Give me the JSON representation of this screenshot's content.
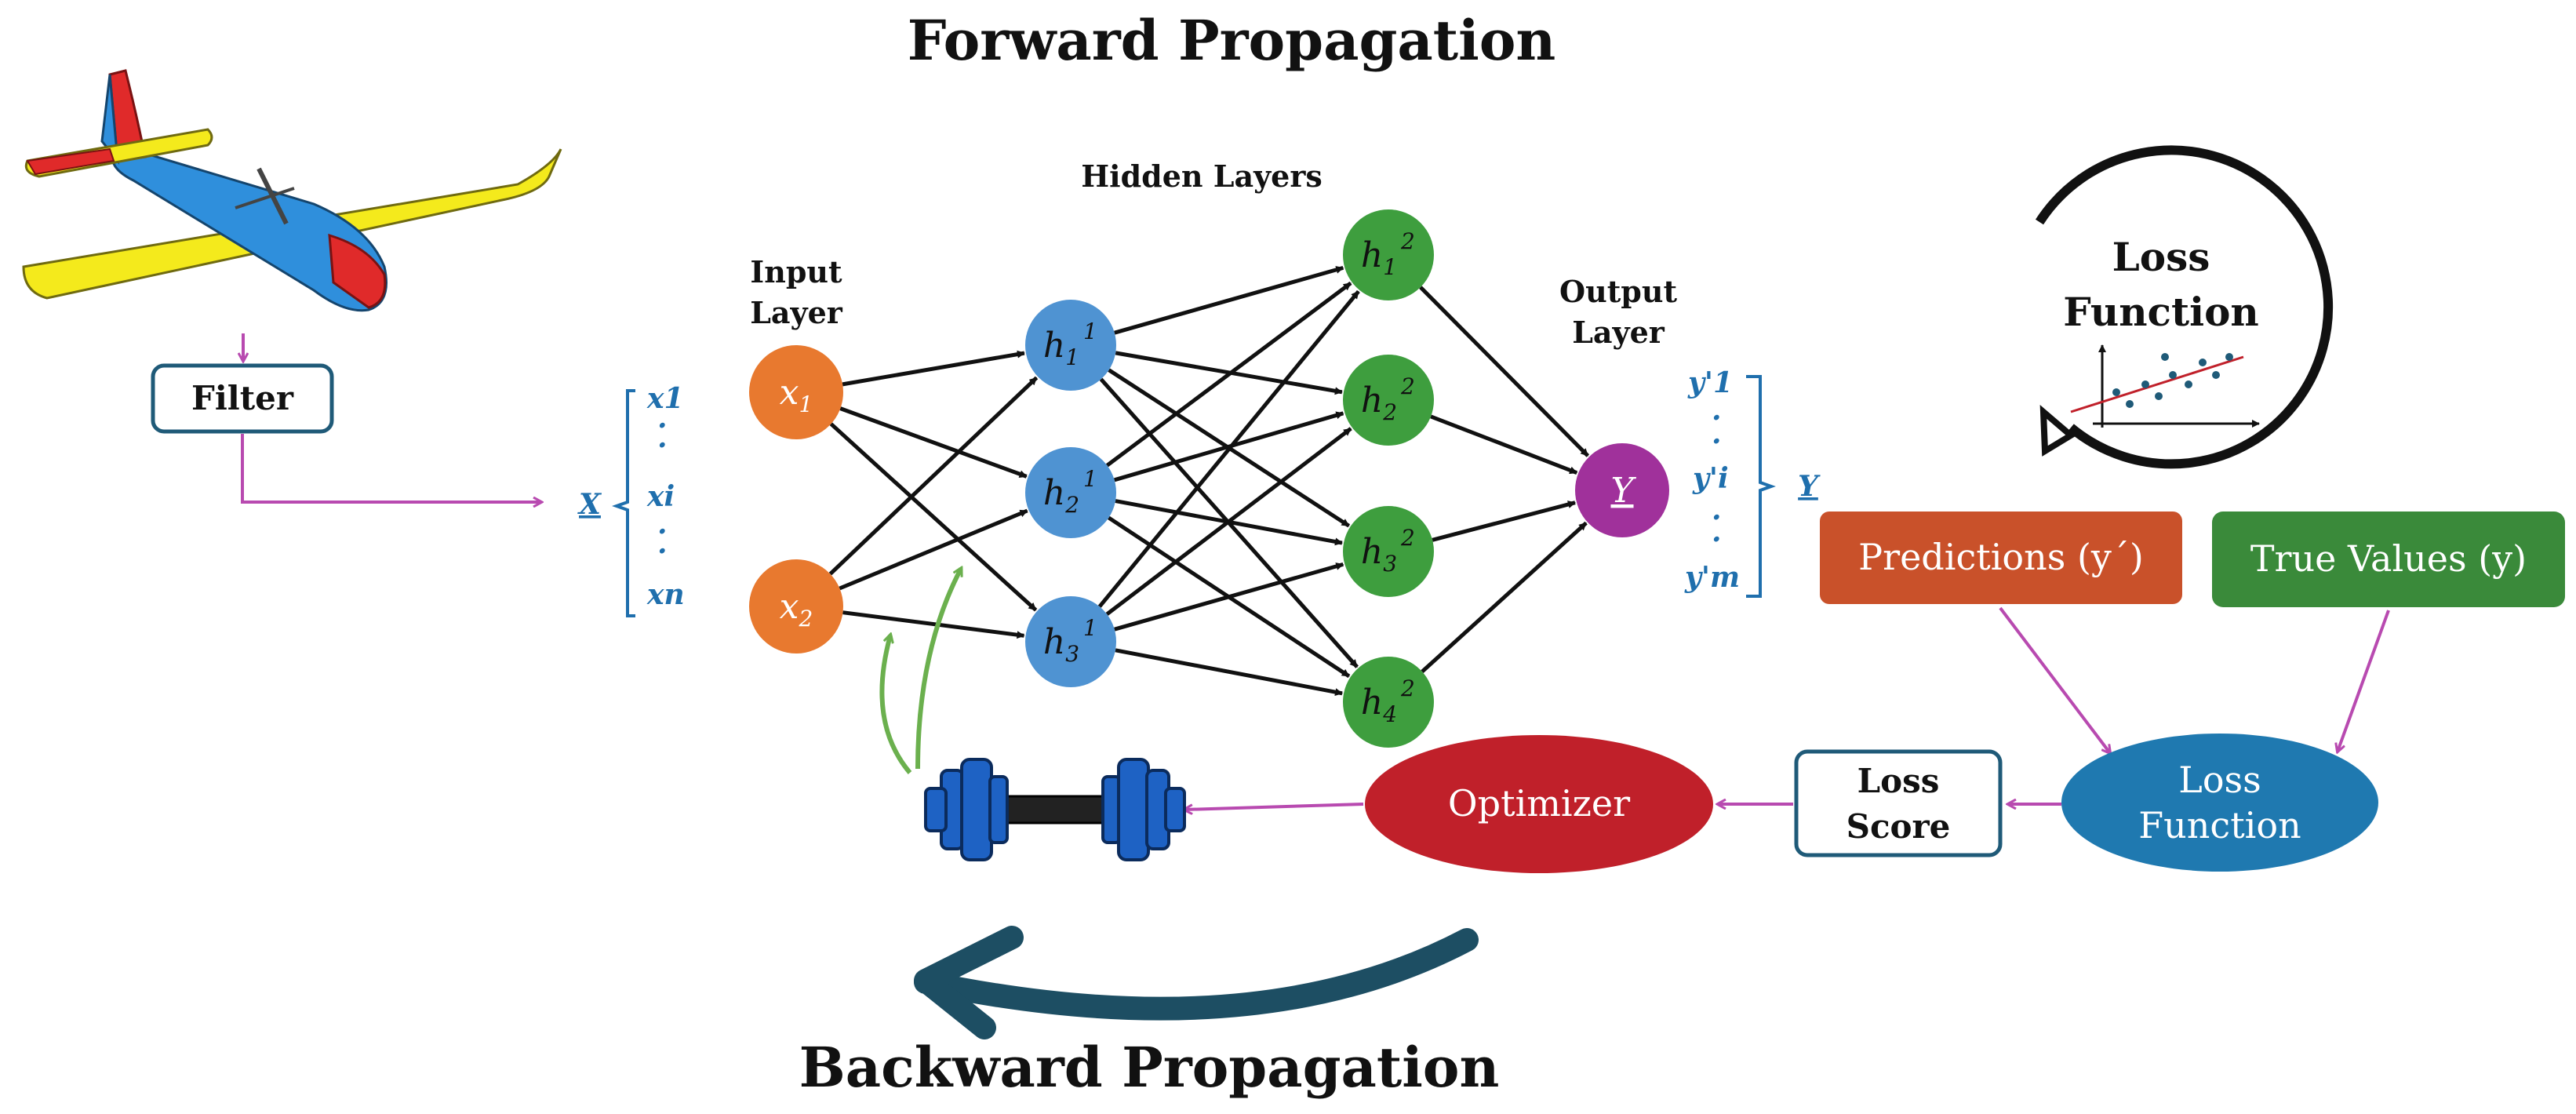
{
  "titles": {
    "forward": "Forward Propagation",
    "backward": "Backward Propagation"
  },
  "layers": {
    "input_line1": "Input",
    "input_line2": "Layer",
    "hidden": "Hidden Layers",
    "output_line1": "Output",
    "output_line2": "Layer"
  },
  "filter": {
    "label": "Filter"
  },
  "input_vector": {
    "name": "X",
    "entries": [
      "x1",
      "xi",
      "xn"
    ]
  },
  "output_vector": {
    "name": "Y",
    "entries": [
      "y'1",
      "y'i",
      "y'm"
    ]
  },
  "nodes": {
    "input": [
      {
        "base": "x",
        "sub": "1",
        "color": "#e8792f"
      },
      {
        "base": "x",
        "sub": "2",
        "color": "#e8792f"
      }
    ],
    "hidden1": [
      {
        "base": "h",
        "sub": "1",
        "sup": "1",
        "color": "#4f93d2"
      },
      {
        "base": "h",
        "sub": "2",
        "sup": "1",
        "color": "#4f93d2"
      },
      {
        "base": "h",
        "sub": "3",
        "sup": "1",
        "color": "#4f93d2"
      }
    ],
    "hidden2": [
      {
        "base": "h",
        "sub": "1",
        "sup": "2",
        "color": "#3e9e3e"
      },
      {
        "base": "h",
        "sub": "2",
        "sup": "2",
        "color": "#3e9e3e"
      },
      {
        "base": "h",
        "sub": "3",
        "sup": "2",
        "color": "#3e9e3e"
      },
      {
        "base": "h",
        "sub": "4",
        "sup": "2",
        "color": "#3e9e3e"
      }
    ],
    "output": [
      {
        "base": "Y",
        "color": "#a0319b"
      }
    ]
  },
  "loss_panel": {
    "line1": "Loss",
    "line2": "Function"
  },
  "boxes": {
    "predictions": "Predictions (y´)",
    "true_values": "True Values (y)",
    "loss_function_line1": "Loss",
    "loss_function_line2": "Function",
    "loss_score_line1": "Loss",
    "loss_score_line2": "Score",
    "optimizer": "Optimizer"
  },
  "colors": {
    "arrow_magenta": "#b84ab0",
    "predictions": "#c9512a",
    "true_values": "#3a8a3a",
    "loss_function": "#1f79b0",
    "optimizer": "#c0202a",
    "box_border": "#1f5a78",
    "back_arrow": "#1d4e63",
    "green_arrow": "#6bb04e"
  },
  "icons": [
    "airplane-icon",
    "scatter-plot-icon",
    "dumbbell-icon"
  ]
}
